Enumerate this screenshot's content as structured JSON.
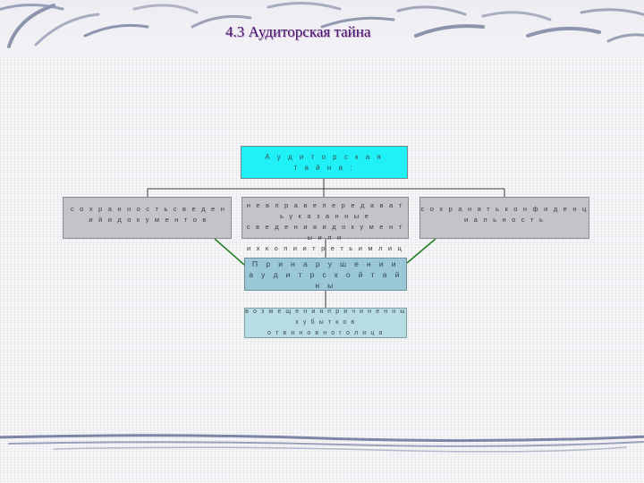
{
  "slide": {
    "title": "4.3 Аудиторская тайна"
  },
  "diagram": {
    "root": "А у д и т о р с к а я\nт а й н а :",
    "items": [
      {
        "label": "с о х р а н н о с т ь  с в е д е н и й  и  д о к у м е н т о в"
      },
      {
        "label": "н е  в п р а в е  п е р е д а в а т ь  у к а з а н н ы е\nс в е д е н и я  и  д о к у м е н т ы  и л и\nи х  к о п и и  т р е т ь и м  л и ц а м"
      },
      {
        "label": "с о х р а н я т ь  к о н ф и д е н ц и а л ь н о с т ь"
      }
    ],
    "breach": "П р и  н а р у ш е н и и\nа у д и т р с к о й  т а й н ы",
    "consequence": "в о з м е щ е н и я  п р и ч и н е н н ы х  у б ы т к о в\nо т  в и н о в н о г о  л и ц а"
  },
  "colors": {
    "title": "#4a0d6b",
    "root_fill": "#1ff1f7",
    "item_fill": "#c4c4c8",
    "breach_fill": "#9bc8d8",
    "consequence_fill": "#b7dce4",
    "green_connector": "#1f7a1f"
  }
}
